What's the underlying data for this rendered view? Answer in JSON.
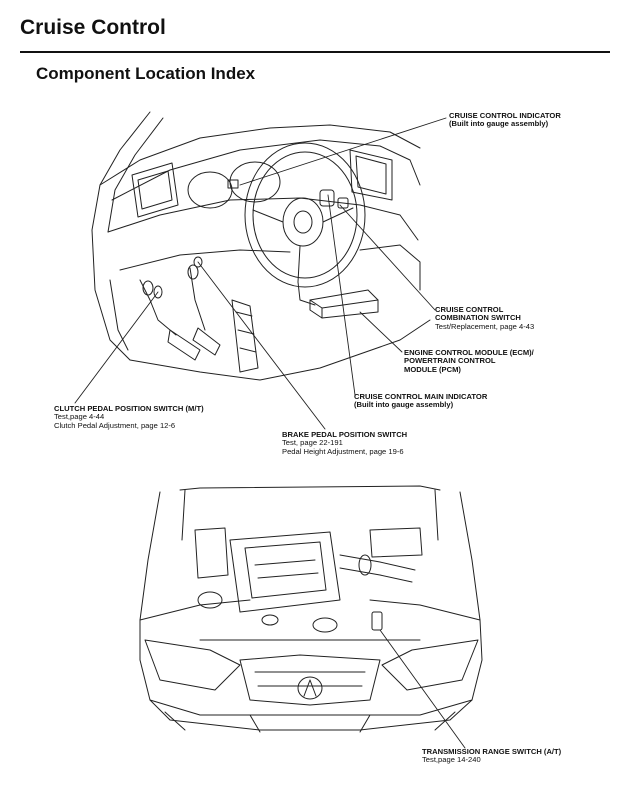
{
  "header": {
    "title": "Cruise Control",
    "section": "Component Location Index"
  },
  "callouts": {
    "cc_indicator": {
      "label": "CRUISE CONTROL INDICATOR",
      "note": "(Built into gauge assembly)"
    },
    "combo_switch": {
      "label1": "CRUISE CONTROL",
      "label2": "COMBINATION SWITCH",
      "ref": "Test/Replacement, page 4-43"
    },
    "ecm": {
      "label1": "ENGINE CONTROL MODULE (ECM)/",
      "label2": "POWERTRAIN CONTROL",
      "label3": "MODULE (PCM)"
    },
    "main_indicator": {
      "label": "CRUISE CONTROL MAIN INDICATOR",
      "note": "(Built into gauge assembly)"
    },
    "clutch": {
      "label": "CLUTCH PEDAL POSITION SWITCH (M/T)",
      "ref1": "Test,page 4-44",
      "ref2": "Clutch Pedal Adjustment, page 12-6"
    },
    "brake": {
      "label": "BRAKE PEDAL POSITION SWITCH",
      "ref1": "Test, page 22-191",
      "ref2": "Pedal Height Adjustment, page 19-6"
    },
    "trans": {
      "label": "TRANSMISSION RANGE SWITCH (A/T)",
      "ref1": "Test,page 14-240"
    }
  },
  "colors": {
    "ink": "#111111",
    "line": "#222222",
    "background": "#ffffff"
  }
}
